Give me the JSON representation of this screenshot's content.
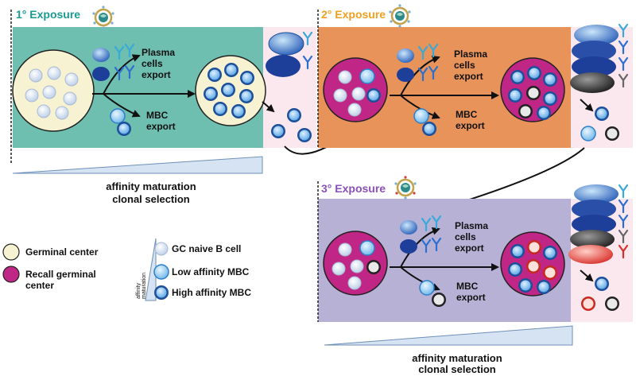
{
  "panels": {
    "primary": {
      "title": "1° Exposure",
      "title_color": "#1a9b92",
      "fill": "#6fbfb0"
    },
    "secondary": {
      "title": "2° Exposure",
      "title_color": "#f0a020",
      "fill": "#e8935a"
    },
    "tertiary": {
      "title": "3° Exposure",
      "title_color": "#8a4fb8",
      "fill": "#b7b1d6"
    }
  },
  "labels": {
    "plasma_line1": "Plasma",
    "plasma_line2": "cells",
    "plasma_line3": "export",
    "mbc_line1": "MBC",
    "mbc_line2": "export",
    "affinity_maturation": "affinity maturation",
    "clonal_selection": "clonal selection"
  },
  "legend": {
    "germinal_center": "Germinal center",
    "recall_line1": "Recall germinal",
    "recall_line2": "center",
    "gc_naive": "GC naive B cell",
    "low_affinity": "Low affinity MBC",
    "high_affinity": "High affinity MBC",
    "wedge_line1": "affinity",
    "wedge_line2": "maturation"
  },
  "colors": {
    "germinal_center": "#f7f3d2",
    "recall_center": "#c02685",
    "export_zone": "#fbe8ef",
    "naive_cell": "#d8e6f4",
    "low_mbc": "#7fc1ee",
    "high_mbc": "#2f72c2",
    "dark_cell": "#2a2a2a",
    "red_cell": "#e0403a",
    "virus": "#c4a24a"
  }
}
